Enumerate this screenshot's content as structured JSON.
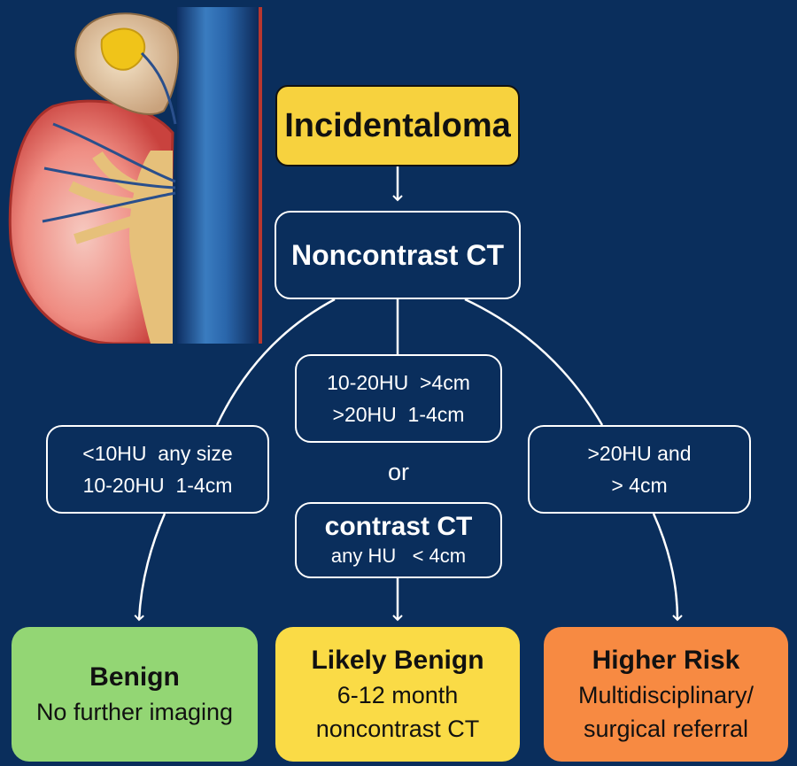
{
  "start": {
    "label": "Incidentaloma"
  },
  "noncontrast": {
    "label": "Noncontrast CT"
  },
  "left_criteria": {
    "line1": "<10HU  any size",
    "line2": "10-20HU  1-4cm"
  },
  "middle_criteria": {
    "line1": "10-20HU  >4cm",
    "line2": ">20HU  1-4cm"
  },
  "or_label": "or",
  "contrast": {
    "title": "contrast CT",
    "subtitle": "any HU   < 4cm"
  },
  "right_criteria": {
    "line1": ">20HU and",
    "line2": "> 4cm"
  },
  "outcomes": {
    "benign": {
      "title": "Benign",
      "line1": "No further imaging"
    },
    "likely_benign": {
      "title": "Likely Benign",
      "line1": "6-12 month",
      "line2": "noncontrast CT"
    },
    "higher_risk": {
      "title": "Higher Risk",
      "line1": "Multidisciplinary/",
      "line2": "surgical referral"
    }
  },
  "colors": {
    "background": "#0a2e5c",
    "start": "#f7d23e",
    "benign": "#93d674",
    "likely_benign": "#fadb46",
    "higher_risk": "#f78a42",
    "lines": "#ffffff"
  },
  "illustration": {
    "subject": "kidney-with-adrenal-mass"
  }
}
